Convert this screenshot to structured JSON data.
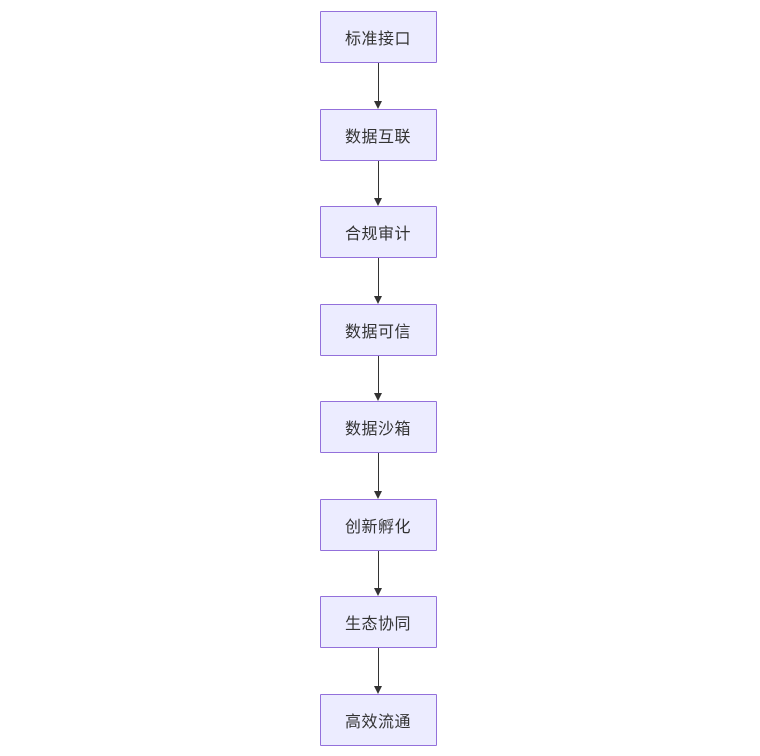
{
  "diagram": {
    "type": "flowchart",
    "direction": "top-down",
    "nodes": [
      {
        "id": "n1",
        "label": "标准接口"
      },
      {
        "id": "n2",
        "label": "数据互联"
      },
      {
        "id": "n3",
        "label": "合规审计"
      },
      {
        "id": "n4",
        "label": "数据可信"
      },
      {
        "id": "n5",
        "label": "数据沙箱"
      },
      {
        "id": "n6",
        "label": "创新孵化"
      },
      {
        "id": "n7",
        "label": "生态协同"
      },
      {
        "id": "n8",
        "label": "高效流通"
      }
    ],
    "edges": [
      {
        "from": "n1",
        "to": "n2",
        "arrow": "filled-triangle-down"
      },
      {
        "from": "n2",
        "to": "n3",
        "arrow": "filled-triangle-down"
      },
      {
        "from": "n3",
        "to": "n4",
        "arrow": "filled-triangle-down"
      },
      {
        "from": "n4",
        "to": "n5",
        "arrow": "filled-triangle-down"
      },
      {
        "from": "n5",
        "to": "n6",
        "arrow": "filled-triangle-down"
      },
      {
        "from": "n6",
        "to": "n7",
        "arrow": "filled-triangle-down"
      },
      {
        "from": "n7",
        "to": "n8",
        "arrow": "filled-triangle-down"
      }
    ]
  },
  "colors": {
    "node-fill": "#ECECFF",
    "node-border": "#9370DB",
    "node-text": "#333333",
    "edge": "#333333",
    "background": "#FFFFFF"
  }
}
